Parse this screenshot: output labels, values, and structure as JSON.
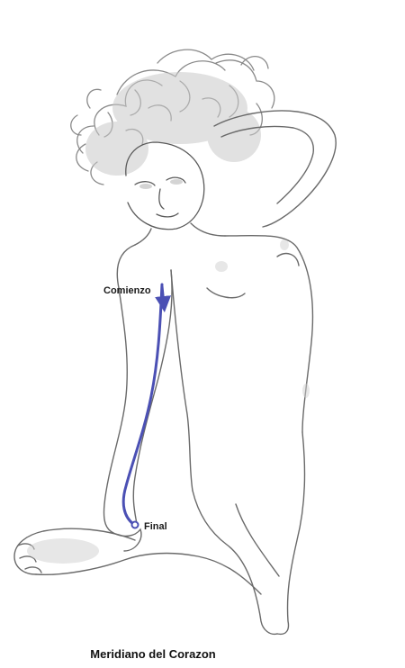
{
  "labels": {
    "start": "Comienzo",
    "end": "Final"
  },
  "caption": "Meridiano del Corazon",
  "colors": {
    "meridian": "#4b50b4",
    "sketch": "#6a6a6a",
    "shade": "#b9b9b9"
  }
}
